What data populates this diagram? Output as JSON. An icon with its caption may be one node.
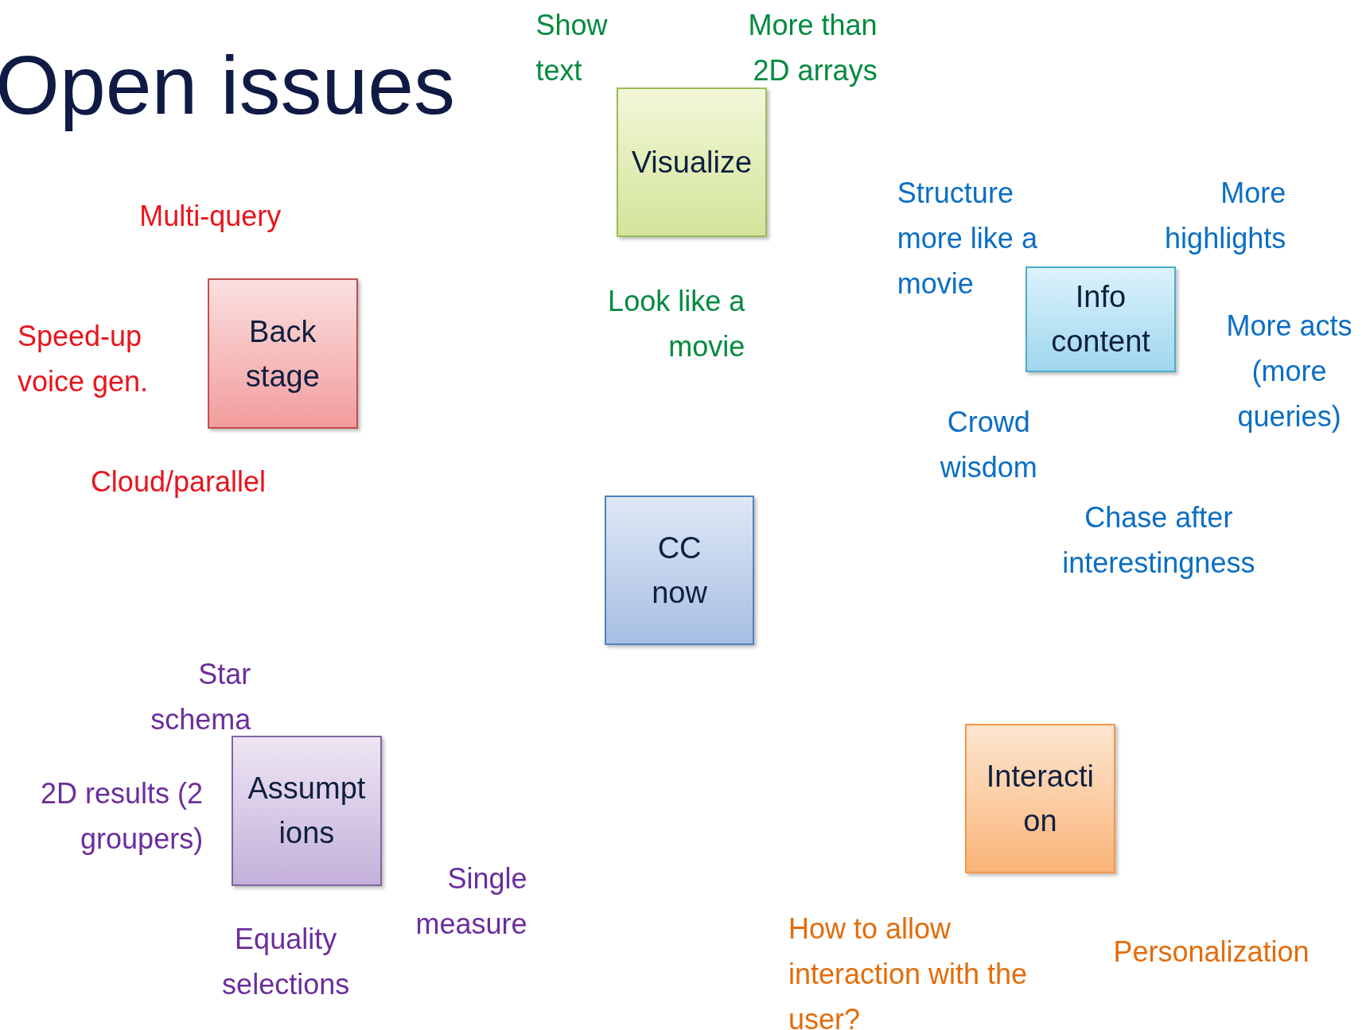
{
  "diagram": {
    "title": "Open issues",
    "nodes": [
      {
        "text": [
          "Visualize"
        ],
        "beside": [
          "Show text",
          "More than 2D arrays",
          "Look like a movie"
        ]
      },
      {
        "text": [
          "Back stage"
        ],
        "beside": [
          "Multi-query",
          "Speed-up voice gen.",
          "Cloud/parallel"
        ]
      },
      {
        "text": [
          "Info content"
        ],
        "beside": [
          "Structure more like a movie",
          "More highlights",
          "More acts (more queries)",
          "Crowd wisdom",
          "Chase after interestingness"
        ]
      },
      {
        "text": [
          "CC now"
        ]
      },
      {
        "text": [
          "Assumpt ions"
        ],
        "beside": [
          "Star schema",
          "2D results (2 groupers)",
          "Single measure",
          "Equality selections"
        ]
      },
      {
        "text": [
          "Interacti on"
        ],
        "beside": [
          "How to allow interaction with the user?",
          "Personalization"
        ]
      }
    ]
  }
}
